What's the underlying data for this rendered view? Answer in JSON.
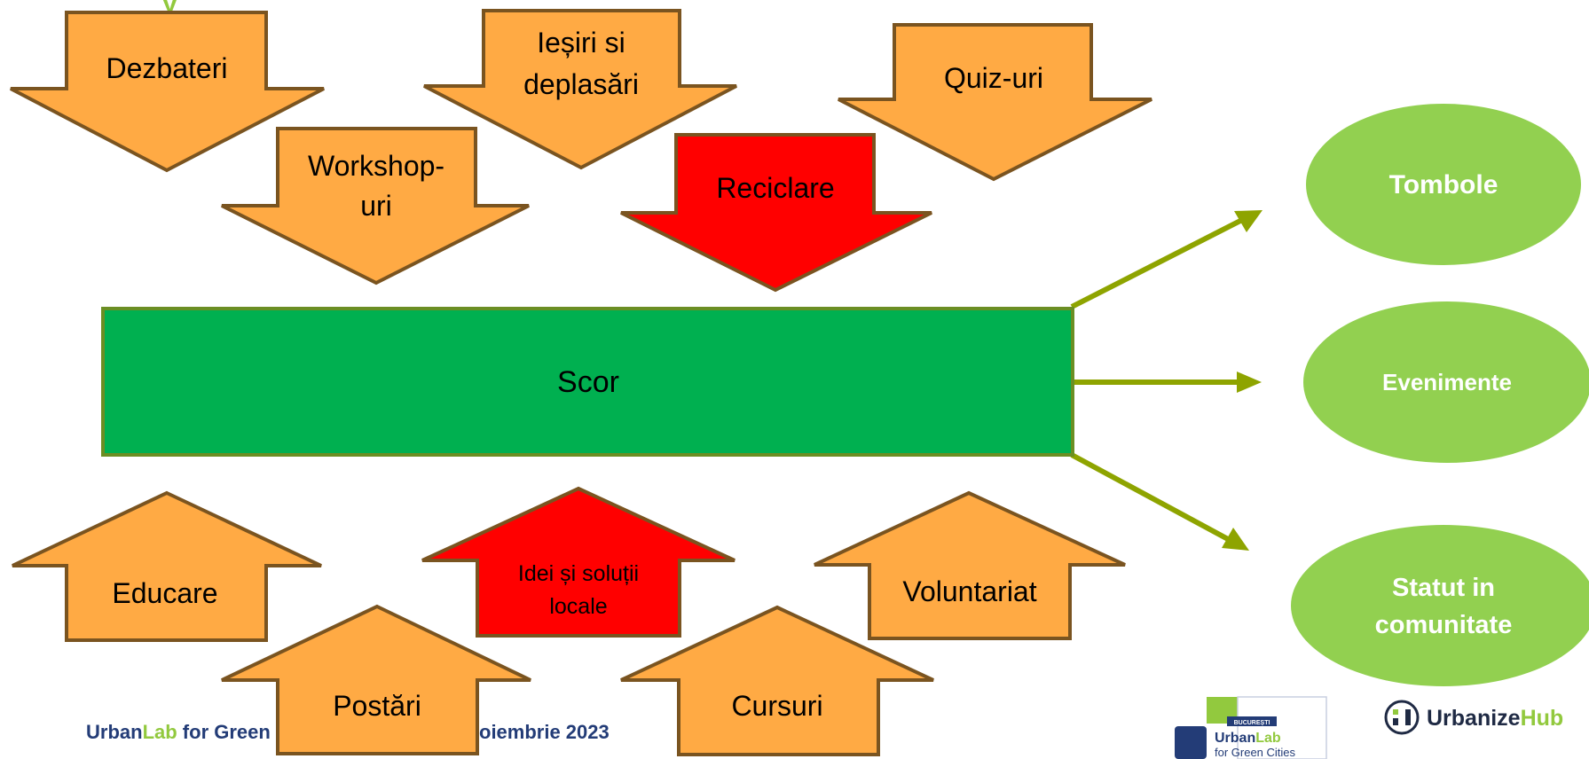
{
  "heading_fragment": "y",
  "arrows_in": [
    {
      "label": [
        "Dezbateri"
      ],
      "color": "#FFAA44"
    },
    {
      "label": [
        "Ieșiri si",
        "deplasări"
      ],
      "color": "#FFAA44"
    },
    {
      "label": [
        "Quiz-uri"
      ],
      "color": "#FFAA44"
    },
    {
      "label": [
        "Workshop-",
        "uri"
      ],
      "color": "#FFAA44"
    },
    {
      "label": [
        "Reciclare"
      ],
      "color": "#FF0000"
    }
  ],
  "arrows_up": [
    {
      "label": [
        "Educare"
      ],
      "color": "#FFAA44"
    },
    {
      "label": [
        "Idei și soluții",
        "locale"
      ],
      "color": "#FF0000"
    },
    {
      "label": [
        "Voluntariat"
      ],
      "color": "#FFAA44"
    },
    {
      "label": [
        "Postări"
      ],
      "color": "#FFAA44"
    },
    {
      "label": [
        "Cursuri"
      ],
      "color": "#FFAA44"
    }
  ],
  "center": {
    "label": "Scor",
    "color": "#00B050"
  },
  "outcomes": [
    {
      "label": [
        "Tombole"
      ]
    },
    {
      "label": [
        "Evenimente"
      ]
    },
    {
      "label": [
        "Statut in",
        "comunitate"
      ]
    }
  ],
  "footer": {
    "brand_urban": "Urban",
    "brand_lab": "Lab",
    "brand_rest": " for Green",
    "date_fragment": "oiembrie 2023",
    "logo_city": "BUCUREȘTI",
    "logo_urban": "Urban",
    "logo_lab": "Lab",
    "logo_sub": "for Green Cities",
    "hub_urbanize": "Urbanize",
    "hub_hub": "Hub"
  },
  "colors": {
    "arrow_border": "#7A5420",
    "outcome_fill": "#92D050",
    "connector": "#8EA400",
    "center_border": "#6B8E23",
    "brand_green": "#92C93E",
    "brand_navy": "#233C77"
  }
}
